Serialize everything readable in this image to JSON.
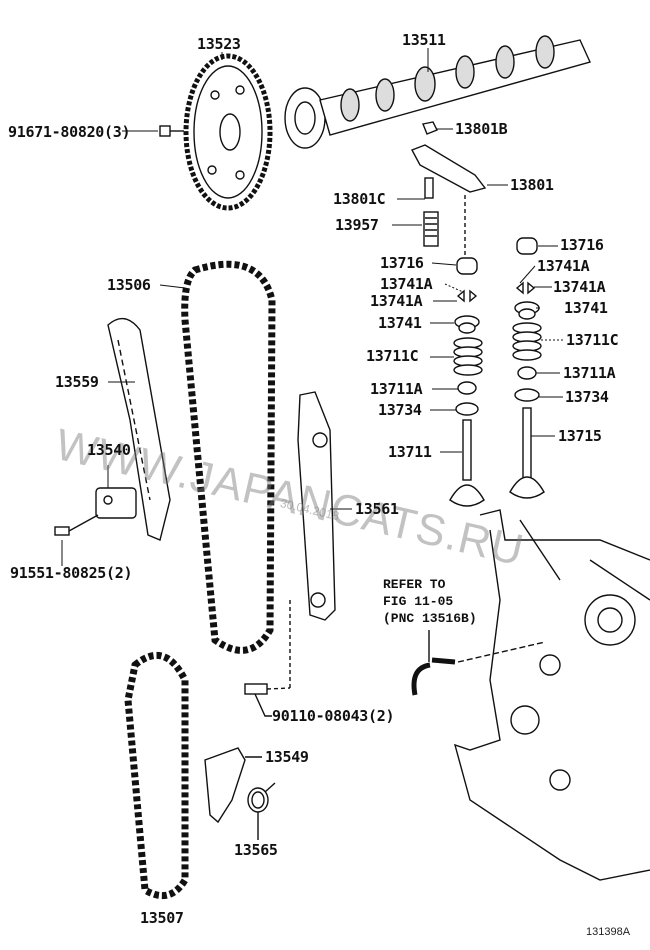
{
  "labels": {
    "p13523": "13523",
    "p13511": "13511",
    "p91671": "91671-80820(3)",
    "p13801B": "13801B",
    "p13801C": "13801C",
    "p13801": "13801",
    "p13957": "13957",
    "p13716_l": "13716",
    "p13716_r": "13716",
    "p13741A_l1": "13741A",
    "p13741A_l2": "13741A",
    "p13741A_r1": "13741A",
    "p13741A_r2": "13741A",
    "p13741_l": "13741",
    "p13741_r": "13741",
    "p13711C_l": "13711C",
    "p13711C_r": "13711C",
    "p13711A_l": "13711A",
    "p13711A_r": "13711A",
    "p13734_l": "13734",
    "p13734_r": "13734",
    "p13711": "13711",
    "p13715": "13715",
    "p13506": "13506",
    "p13559": "13559",
    "p13540": "13540",
    "p91551": "91551-80825(2)",
    "p13561": "13561",
    "p90110": "90110-08043(2)",
    "p13549": "13549",
    "p13565": "13565",
    "p13507": "13507"
  },
  "reference_note": [
    "REFER TO",
    "FIG 11-05",
    "(PNC 13516B)"
  ],
  "figure_code": "131398A",
  "watermark": "WWW.JAPANCATS.RU",
  "watermark_date": "30.04.2018"
}
